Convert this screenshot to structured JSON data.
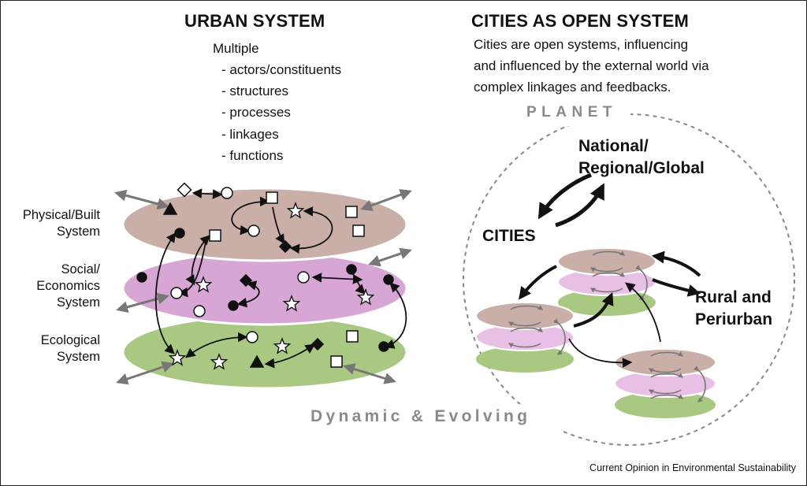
{
  "left": {
    "title": "URBAN SYSTEM",
    "intro": "Multiple",
    "items": [
      "- actors/constituents",
      "- structures",
      "- processes",
      "- linkages",
      "- functions"
    ],
    "layers": [
      {
        "label_line1": "Physical/Built",
        "label_line2": "System",
        "label_line3": "",
        "color": "#c9afa8"
      },
      {
        "label_line1": "Social/",
        "label_line2": "Economics",
        "label_line3": "System",
        "color": "#d7a6d4"
      },
      {
        "label_line1": "Ecological",
        "label_line2": "System",
        "label_line3": "",
        "color": "#a9c983"
      }
    ]
  },
  "right": {
    "title": "CITIES AS OPEN SYSTEM",
    "description_lines": [
      "Cities are open systems, influencing",
      "and influenced by the external world via",
      "complex linkages and feedbacks."
    ],
    "planet_label": "PLANET",
    "national_line1": "National/",
    "national_line2": "Regional/Global",
    "cities_label": "CITIES",
    "rural_line1": "Rural and",
    "rural_line2": "Periurban"
  },
  "footer": {
    "dynamic_label": "Dynamic & Evolving",
    "source": "Current Opinion in Environmental Sustainability"
  }
}
